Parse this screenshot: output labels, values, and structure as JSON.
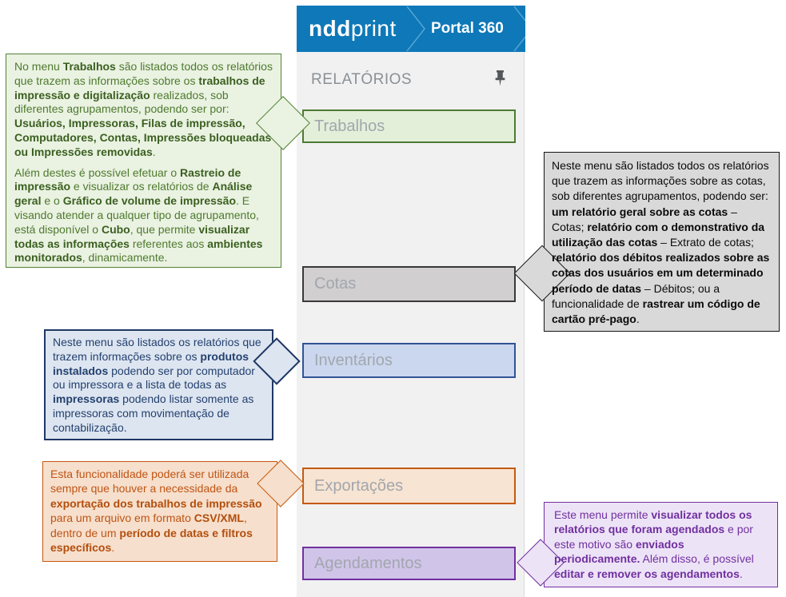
{
  "header": {
    "logo_bold": "ndd",
    "logo_light": "print",
    "product": "Portal 360",
    "background_color": "#0E78B8"
  },
  "sidebar": {
    "section_title": "RELATÓRIOS",
    "pin_icon": "pushpin-icon",
    "items": [
      {
        "label": "Trabalhos",
        "fill": "#E3EFD9",
        "border": "#4E7A33"
      },
      {
        "label": "Cotas",
        "fill": "#D1CFCF",
        "border": "#3A3838"
      },
      {
        "label": "Inventários",
        "fill": "#CBD7EE",
        "border": "#2F5496"
      },
      {
        "label": "Exportações",
        "fill": "#F8E4D2",
        "border": "#C55A11"
      },
      {
        "label": "Agendamentos",
        "fill": "#D1C4E9",
        "border": "#7030A0"
      }
    ]
  },
  "callouts": {
    "trabalhos": {
      "fill": "#EAF2E2",
      "border": "#538135",
      "text_color": "#4E7A2E",
      "paragraphs": [
        [
          [
            "No menu ",
            0
          ],
          [
            "Trabalhos",
            1
          ],
          [
            " são listados todos os relatórios que trazem as informações sobre os ",
            0
          ],
          [
            "trabalhos de impressão e digitalização",
            1
          ],
          [
            " realizados, sob diferentes agrupamentos, podendo ser por: ",
            0
          ],
          [
            "Usuários, Impressoras, Filas de impressão, Computadores, Contas, Impressões bloqueadas ou Impressões removidas",
            1
          ],
          [
            ".",
            0
          ]
        ],
        [
          [
            "Além destes é possível efetuar o ",
            0
          ],
          [
            "Rastreio de impressão",
            1
          ],
          [
            " e visualizar os relatórios de ",
            0
          ],
          [
            "Análise geral",
            1
          ],
          [
            " e o ",
            0
          ],
          [
            "Gráfico de volume de impressão",
            1
          ],
          [
            ". E visando atender a qualquer tipo de agrupamento, está disponível o ",
            0
          ],
          [
            "Cubo",
            1
          ],
          [
            ", que permite ",
            0
          ],
          [
            "visualizar todas as informações",
            1
          ],
          [
            " referentes aos ",
            0
          ],
          [
            "ambientes monitorados",
            1
          ],
          [
            ", dinamicamente.",
            0
          ]
        ]
      ]
    },
    "cotas": {
      "fill": "#D9D9D9",
      "border": "#151515",
      "text_color": "#0A0A0A",
      "paragraphs": [
        [
          [
            "Neste menu são listados todos os relatórios que trazem as informações sobre as cotas, sob diferentes agrupamentos, podendo ser: ",
            0
          ],
          [
            "um relatório geral sobre as cotas",
            1
          ],
          [
            " – Cotas; ",
            0
          ],
          [
            "relatório com o demonstrativo da utilização das cotas",
            1
          ],
          [
            " – Extrato de cotas; ",
            0
          ],
          [
            "relatório dos débitos realizados sobre as cotas dos usuários em um determinado período de datas",
            1
          ],
          [
            " – Débitos; ou a funcionalidade de ",
            0
          ],
          [
            "rastrear um código de cartão pré-pago",
            1
          ],
          [
            ".",
            0
          ]
        ]
      ]
    },
    "inventarios": {
      "fill": "#DDE5F1",
      "border": "#1F3864",
      "text_color": "#24416E",
      "paragraphs": [
        [
          [
            "Neste menu são listados os relatórios que trazem informações sobre os ",
            0
          ],
          [
            "produtos instalados",
            1
          ],
          [
            " podendo ser por computador ou impressora e a lista de todas as ",
            0
          ],
          [
            "impressoras",
            1
          ],
          [
            "  podendo listar somente as impressoras com movimentação de contabilização.",
            0
          ]
        ]
      ]
    },
    "exportacoes": {
      "fill": "#F6DFCC",
      "border": "#C55A11",
      "text_color": "#C05415",
      "paragraphs": [
        [
          [
            "Esta funcionalidade poderá ser utilizada sempre que houver a necessidade da ",
            0
          ],
          [
            "exportação dos trabalhos de impressão",
            1
          ],
          [
            " para um arquivo em formato ",
            0
          ],
          [
            "CSV/XML",
            1
          ],
          [
            ", dentro de um ",
            0
          ],
          [
            "período de datas e filtros específicos",
            1
          ],
          [
            ".",
            0
          ]
        ]
      ]
    },
    "agendamentos": {
      "fill": "#EDE3F6",
      "border": "#7030A0",
      "text_color": "#7030A0",
      "paragraphs": [
        [
          [
            "Este menu permite ",
            0
          ],
          [
            "visualizar todos os relatórios que foram agendados",
            1
          ],
          [
            " e por este motivo são ",
            0
          ],
          [
            "enviados periodicamente.",
            1
          ],
          [
            " Além disso, é possível ",
            0
          ],
          [
            "editar e remover os agendamentos",
            1
          ],
          [
            ".",
            0
          ]
        ]
      ]
    }
  }
}
